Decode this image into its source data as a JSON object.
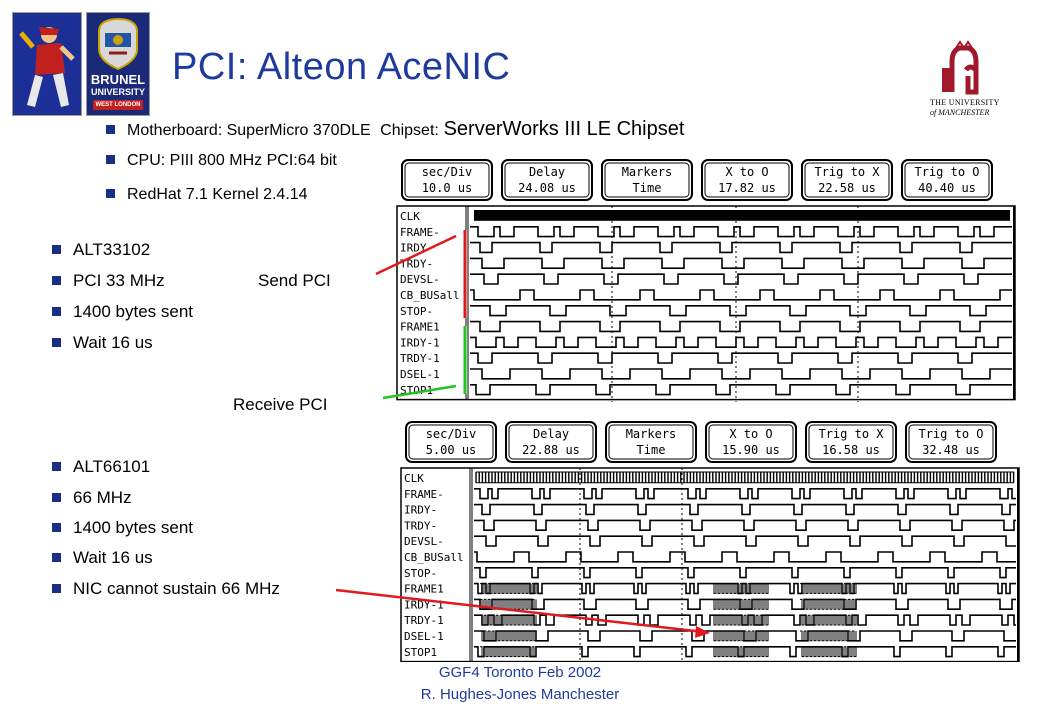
{
  "slide": {
    "title": "PCI: Alteon AceNIC",
    "logos": {
      "brunel_line1": "BRUNEL",
      "brunel_line2": "UNIVERSITY",
      "brunel_line3": "WEST LONDON",
      "manchester_line1": "THE UNIVERSITY",
      "manchester_line2": "of MANCHESTER"
    },
    "setup": {
      "motherboard_label": "Motherboard: SuperMicro 370DLE",
      "chipset_label": "Chipset:",
      "chipset_value": "ServerWorks III LE Chipset",
      "cpu": "CPU: PIII 800 MHz PCI:64 bit",
      "os": "RedHat 7.1 Kernel 2.4.14"
    },
    "config_33": [
      "ALT33102",
      "PCI 33 MHz",
      "1400 bytes sent",
      "Wait 16 us"
    ],
    "config_66": [
      "ALT66101",
      "66 MHz",
      "1400 bytes sent",
      "Wait 16 us",
      "NIC cannot sustain 66 MHz"
    ],
    "annotations": {
      "send": "Send PCI",
      "receive": "Receive PCI"
    },
    "footer": {
      "line1": "GGF4 Toronto Feb 2002",
      "line2": "R. Hughes-Jones  Manchester"
    }
  },
  "analyzer_top": {
    "buttons": [
      {
        "label": "sec/Div",
        "value": "10.0 us"
      },
      {
        "label": "Delay",
        "value": "24.08 us"
      },
      {
        "label": "Markers",
        "value": "Time"
      },
      {
        "label": "X to O",
        "value": "17.82 us"
      },
      {
        "label": "Trig to X",
        "value": "22.58 us"
      },
      {
        "label": "Trig to O",
        "value": "40.40 us"
      }
    ],
    "signals": [
      "CLK",
      "FRAME-",
      "IRDY-",
      "TRDY-",
      "DEVSL-",
      "CB_BUSall",
      "STOP-",
      "FRAME1",
      "IRDY-1",
      "TRDY-1",
      "DSEL-1",
      "STOP1"
    ]
  },
  "analyzer_bottom": {
    "buttons": [
      {
        "label": "sec/Div",
        "value": "5.00 us"
      },
      {
        "label": "Delay",
        "value": "22.88 us"
      },
      {
        "label": "Markers",
        "value": "Time"
      },
      {
        "label": "X to O",
        "value": "15.90 us"
      },
      {
        "label": "Trig to X",
        "value": "16.58 us"
      },
      {
        "label": "Trig to O",
        "value": "32.48 us"
      }
    ],
    "signals": [
      "CLK",
      "FRAME-",
      "IRDY-",
      "TRDY-",
      "DEVSL-",
      "CB_BUSall",
      "STOP-",
      "FRAME1",
      "IRDY-1",
      "TRDY-1",
      "DSEL-1",
      "STOP1"
    ]
  }
}
